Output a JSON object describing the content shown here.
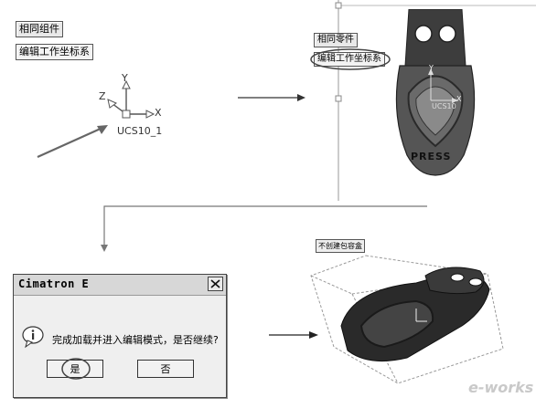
{
  "top_left_menu": {
    "same_component_label": "相同组件",
    "edit_ucs_label": "编辑工作坐标系"
  },
  "ucs_small": {
    "axis_y": "Y",
    "axis_z": "Z",
    "axis_x": "X",
    "ucs_name": "UCS10_1"
  },
  "top_right_menu": {
    "same_part_label": "相同零件",
    "edit_ucs_label": "编辑工作坐标系"
  },
  "model_top": {
    "axis_y": "Y",
    "axis_x": "X",
    "ucs_label": "UCS10",
    "press_text": "PRESS"
  },
  "bottom_right": {
    "no_bbox_label": "不创建包容盒"
  },
  "dialog": {
    "title": "Cimatron E",
    "message": "完成加载并进入编辑模式，是否继续?",
    "yes_label": "是",
    "no_label": "否",
    "close_symbol": "✕"
  },
  "watermark": {
    "text": "e-works"
  }
}
